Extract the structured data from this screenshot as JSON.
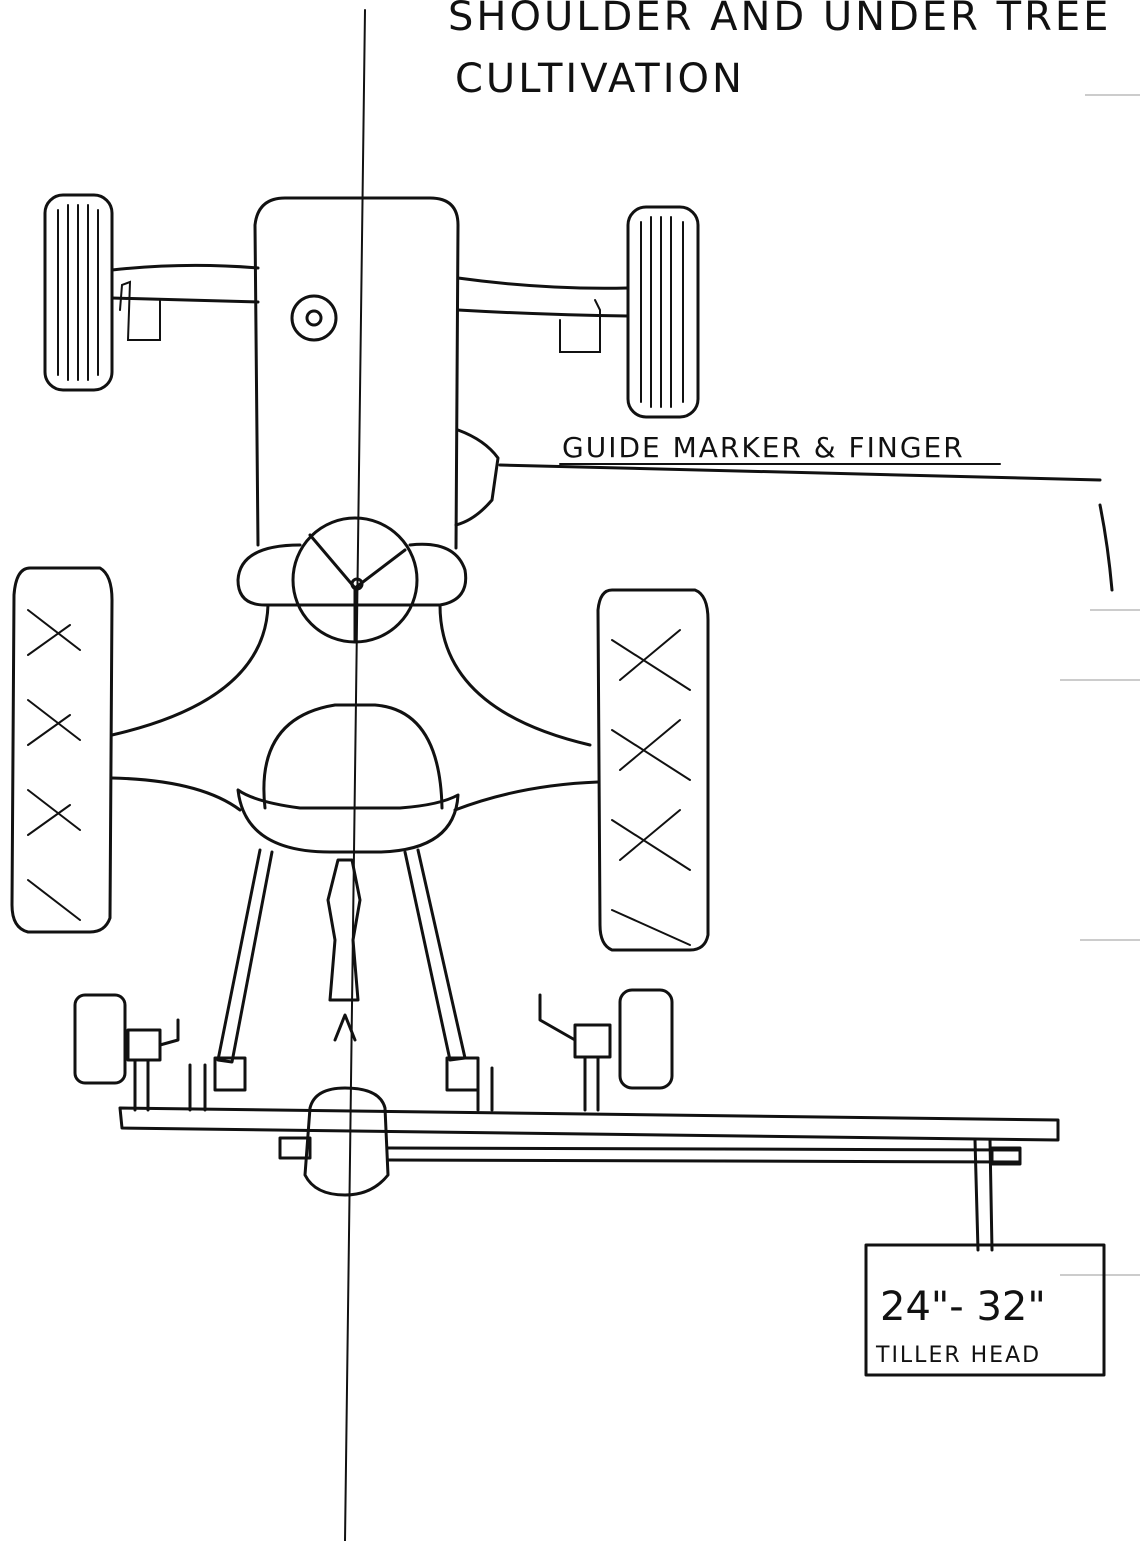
{
  "title": {
    "line1": "SHOULDER AND UNDER TREE",
    "line2": "CULTIVATION"
  },
  "labels": {
    "guide": "GUIDE MARKER & FINGER",
    "tiller_size": "24\"- 32\"",
    "tiller_name": "TILLER HEAD"
  }
}
